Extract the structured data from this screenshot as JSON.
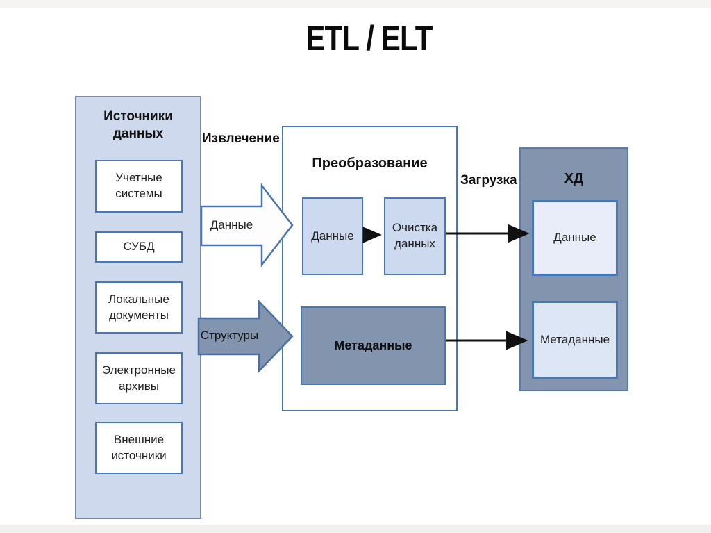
{
  "title": "ETL / ELT",
  "colors": {
    "sources_panel_fill": "#cfd9ed",
    "sources_panel_border": "#7a8ba8",
    "box_border_blue": "#4878b4",
    "light_blue_fill": "#ccd9ef",
    "gray_blue_fill": "#8294ae",
    "warehouse_inner_fill": "#e8edf9",
    "connector_black": "#111111"
  },
  "sources_panel": {
    "title": "Источники данных",
    "items": [
      "Учетные системы",
      "СУБД",
      "Локальные документы",
      "Электронные архивы",
      "Внешние источники"
    ]
  },
  "stage_labels": {
    "extraction": "Извлечение",
    "loading": "Загрузка"
  },
  "flow_arrows": {
    "data": "Данные",
    "structures": "Структуры"
  },
  "transform_panel": {
    "title": "Преобразование",
    "data_box": "Данные",
    "cleaning_box": "Очистка данных",
    "metadata_box": "Метаданные"
  },
  "warehouse_panel": {
    "title": "ХД",
    "data_box": "Данные",
    "metadata_box": "Метаданные"
  }
}
